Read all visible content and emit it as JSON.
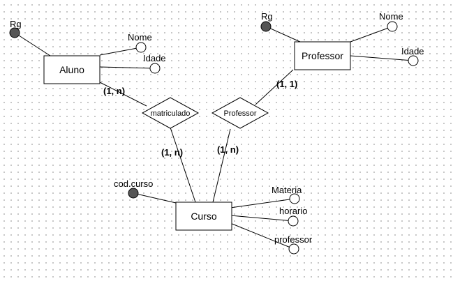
{
  "entities": {
    "aluno": {
      "label": "Aluno",
      "attributes": {
        "rg": "Rg",
        "nome": "Nome",
        "idade": "Idade"
      }
    },
    "professor": {
      "label": "Professor",
      "attributes": {
        "rg": "Rg",
        "nome": "Nome",
        "idade": "Idade"
      }
    },
    "curso": {
      "label": "Curso",
      "attributes": {
        "cod_curso": "cod.curso",
        "materia": "Materia",
        "horario": "horario",
        "professor": "professor"
      }
    }
  },
  "relationships": {
    "matriculado": {
      "label": "matriculado",
      "card_aluno": "(1, n)",
      "card_curso": "(1, n)"
    },
    "professor": {
      "label": "Professor",
      "card_professor": "(1, 1)",
      "card_curso": "(1, n)"
    }
  }
}
